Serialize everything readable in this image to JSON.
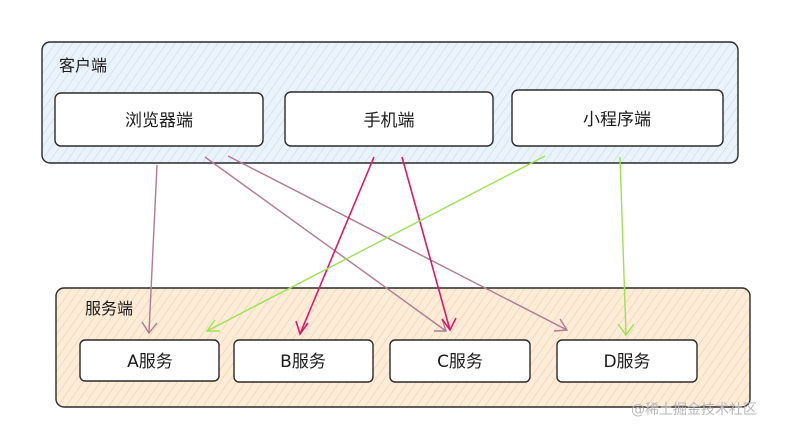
{
  "client_group": {
    "title": "客户端",
    "items": [
      "浏览器端",
      "手机端",
      "小程序端"
    ]
  },
  "server_group": {
    "title": "服务端",
    "items": [
      "A服务",
      "B服务",
      "C服务",
      "D服务"
    ]
  },
  "colors": {
    "client_fill": "#e8f1f8",
    "server_fill": "#fbe7cf",
    "browser_arrow": "#b07a94",
    "mobile_arrow": "#e0166b",
    "miniprogram_arrow": "#9be34e"
  },
  "watermark": "@稀土掘金技术社区"
}
